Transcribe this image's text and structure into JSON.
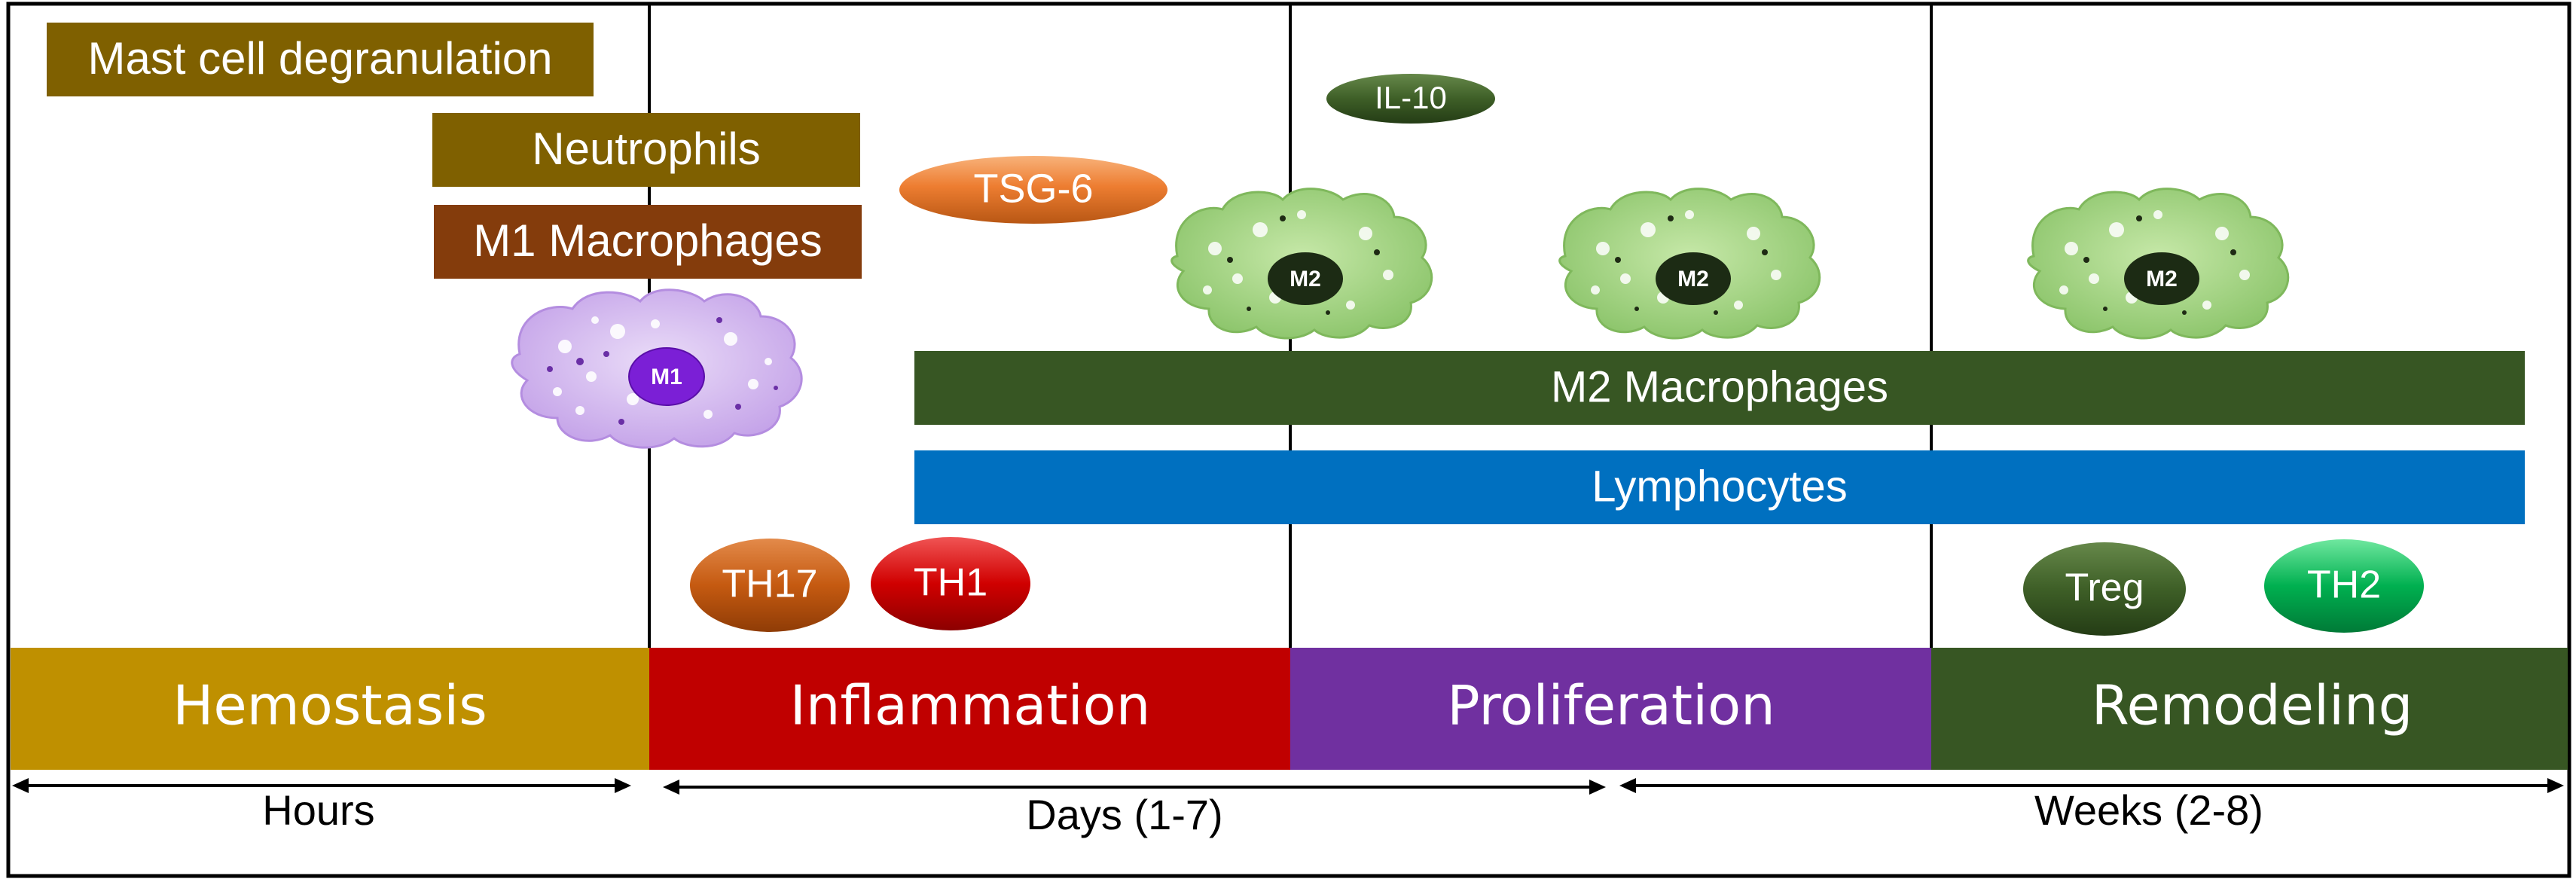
{
  "bars": {
    "mast_cell": "Mast cell degranulation",
    "neutrophils": "Neutrophils",
    "m1_macrophages": "M1 Macrophages",
    "m2_macrophages": "M2 Macrophages",
    "lymphocytes": "Lymphocytes"
  },
  "ovals": {
    "il10": "IL-10",
    "tsg6": "TSG-6",
    "th17": "TH17",
    "th1": "TH1",
    "treg": "Treg",
    "th2": "TH2"
  },
  "cells": {
    "m1": "M1",
    "m2": "M2"
  },
  "phases": {
    "hemostasis": "Hemostasis",
    "inflammation": "Inflammation",
    "proliferation": "Proliferation",
    "remodeling": "Remodeling"
  },
  "timeline": {
    "hours": "Hours",
    "days": "Days (1-7)",
    "weeks": "Weeks (2-8)"
  },
  "colors": {
    "olive_bar": "#7f6000",
    "m1_bar": "#843c0c",
    "dark_green": "#375623",
    "lymph_blue": "#0070c0",
    "hemostasis": "#bf9000",
    "inflammation": "#c00000",
    "proliferation": "#7030a0",
    "remodeling": "#375623"
  }
}
